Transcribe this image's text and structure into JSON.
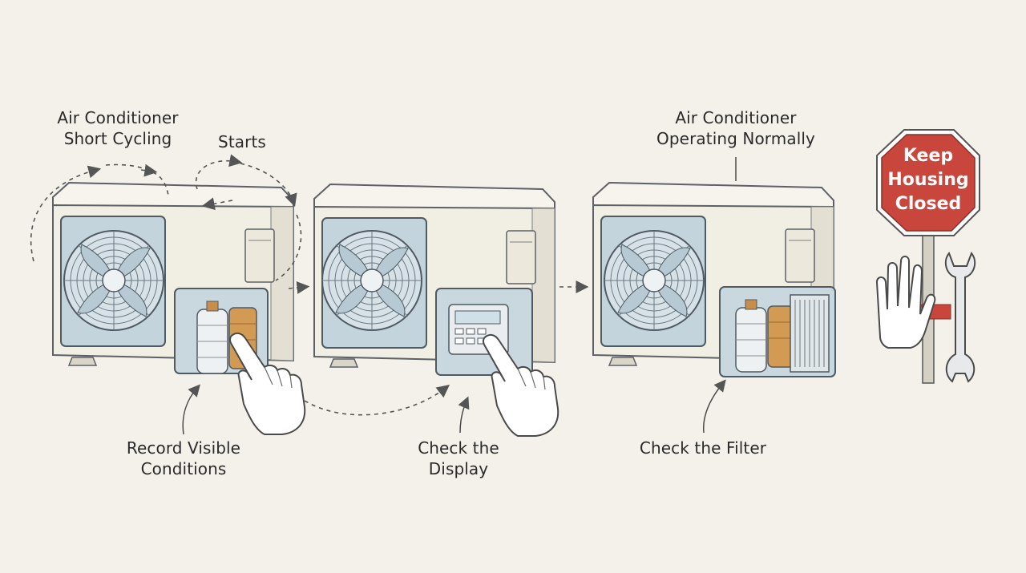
{
  "labels": {
    "short_cycling": "Air Conditioner\nShort Cycling",
    "starts": "Starts",
    "record": "Record Visible\nConditions",
    "display": "Check the\nDisplay",
    "operating": "Air Conditioner\nOperating Normally",
    "filter": "Check the Filter"
  },
  "sign": {
    "text": "Keep\nHousing\nClosed"
  },
  "colors": {
    "background": "#f4f1ea",
    "unit_body": "#f1eee4",
    "outline": "#5d6166",
    "panel_blue": "#c4d4dc",
    "sign_red": "#c9463d",
    "capacitor_copper": "#d29a52",
    "glove": "#ffffff"
  },
  "icons": {
    "arrow": "dashed-arrow-icon",
    "hand": "pointing-hand-icon",
    "stop_hand": "stop-hand-icon",
    "wrench": "wrench-icon",
    "sign": "octagon-stop-sign-icon"
  }
}
